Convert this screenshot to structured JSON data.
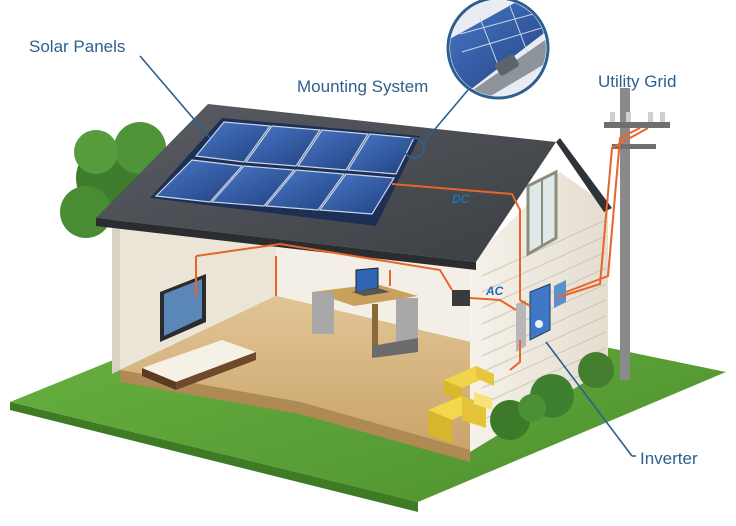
{
  "labels": {
    "solar_panels": "Solar Panels",
    "mounting_system": "Mounting System",
    "utility_grid": "Utility Grid",
    "inverter": "Inverter",
    "dc": "DC",
    "ac": "AC"
  },
  "colors": {
    "wire": "#e8652a",
    "callout_line": "#2d5f8f",
    "label_text": "#2d5f8f",
    "grass": "#5fa33a",
    "roof": "#4a4d52",
    "panel": "#2f5aa8",
    "wall": "#f0ece2",
    "floor": "#d8b784"
  }
}
